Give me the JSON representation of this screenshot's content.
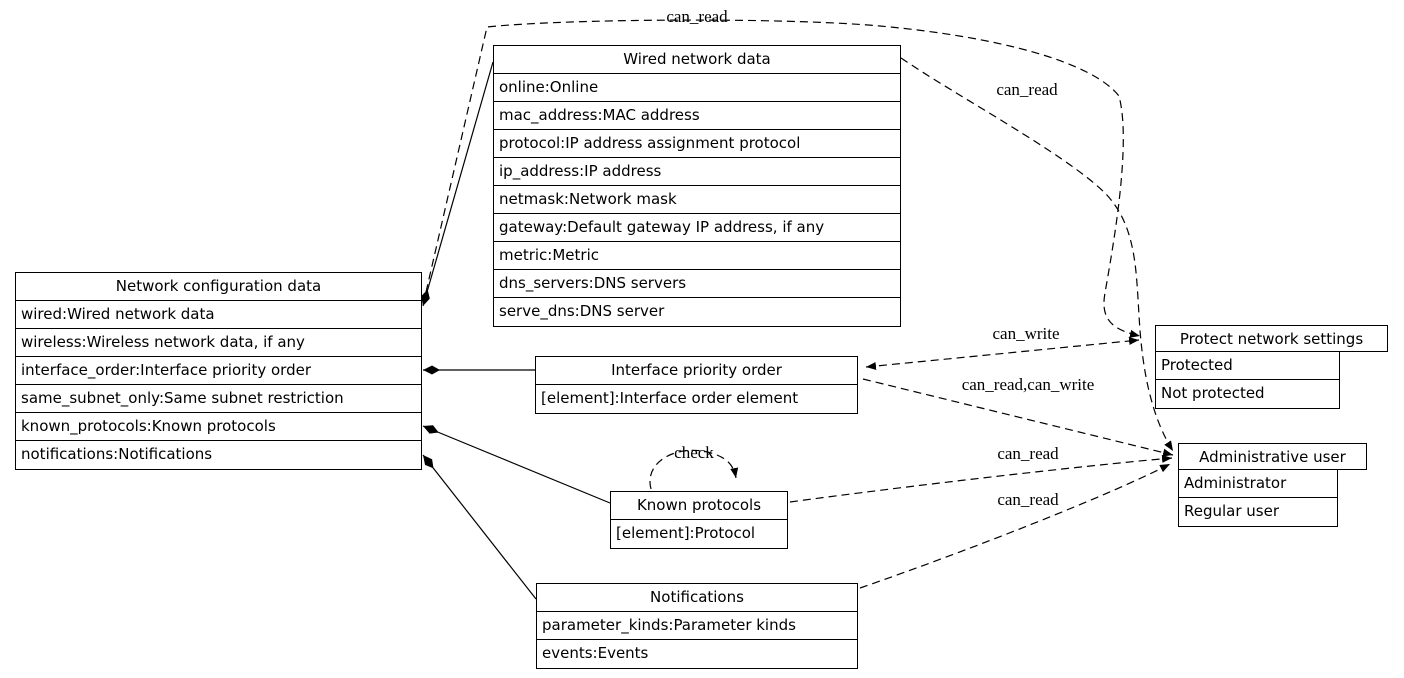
{
  "diagram": {
    "colors": {
      "line": "#000000",
      "background": "#ffffff"
    },
    "nodes": {
      "network_config": {
        "title": "Network configuration data",
        "rows": [
          "wired:Wired network data",
          "wireless:Wireless network data, if any",
          "interface_order:Interface priority order",
          "same_subnet_only:Same subnet restriction",
          "known_protocols:Known protocols",
          "notifications:Notifications"
        ]
      },
      "wired": {
        "title": "Wired network data",
        "rows": [
          "online:Online",
          "mac_address:MAC address",
          "protocol:IP address assignment protocol",
          "ip_address:IP address",
          "netmask:Network mask",
          "gateway:Default gateway IP address, if any",
          "metric:Metric",
          "dns_servers:DNS servers",
          "serve_dns:DNS server"
        ]
      },
      "interface_order": {
        "title": "Interface priority order",
        "rows": [
          "[element]:Interface order element"
        ]
      },
      "known_protocols": {
        "title": "Known protocols",
        "rows": [
          "[element]:Protocol"
        ]
      },
      "notifications": {
        "title": "Notifications",
        "rows": [
          "parameter_kinds:Parameter kinds",
          "events:Events"
        ]
      },
      "protect": {
        "title": "Protect network settings",
        "rows": [
          "Protected",
          "Not protected"
        ]
      },
      "admin": {
        "title": "Administrative user",
        "rows": [
          "Administrator",
          "Regular user"
        ]
      }
    },
    "edge_labels": {
      "ncd_protect": "can_read",
      "wired_admin": "can_read",
      "ipo_protect": "can_write",
      "ipo_admin": "can_read,can_write",
      "kp_admin": "can_read",
      "notif_admin": "can_read",
      "kp_self": "check"
    }
  }
}
